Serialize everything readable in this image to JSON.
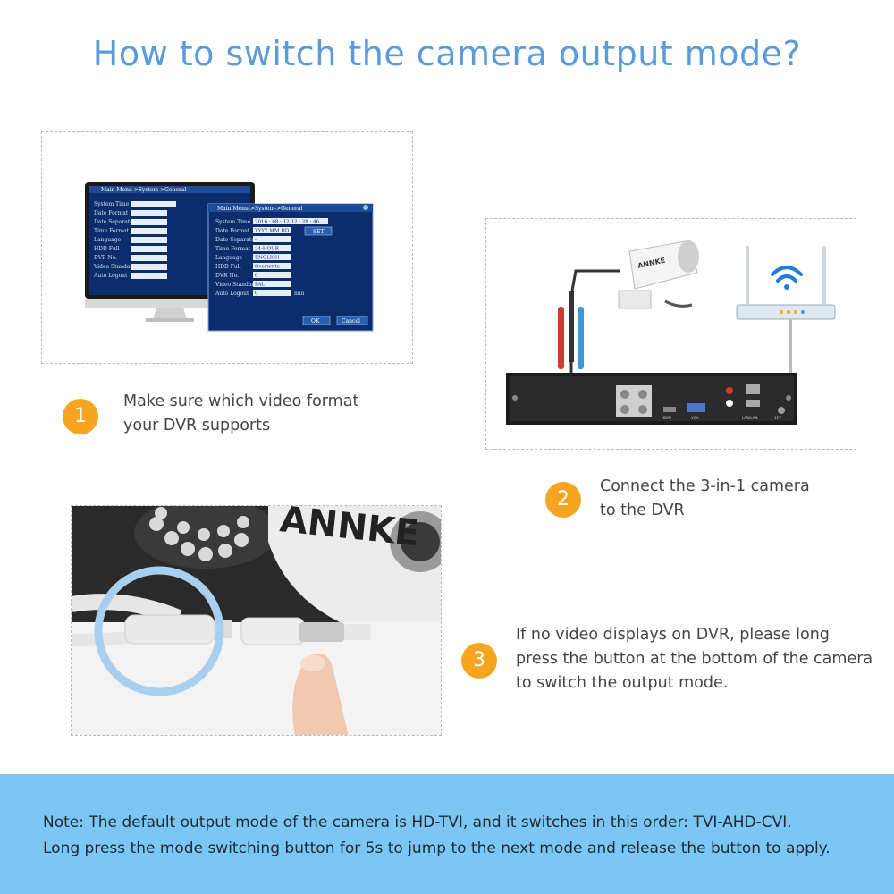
{
  "title": "How to switch the camera output mode?",
  "steps": [
    {
      "number": "1",
      "lines": [
        "Make sure which video format",
        "your DVR supports"
      ]
    },
    {
      "number": "2",
      "lines": [
        "Connect the 3-in-1 camera",
        "to the DVR"
      ]
    },
    {
      "number": "3",
      "lines": [
        "If no video displays on DVR, please long",
        "press the button at the bottom of the camera",
        "to switch the output mode."
      ]
    }
  ],
  "note": {
    "lines": [
      "Note: The default output mode of the camera is HD-TVI, and it switches in this order: TVI-AHD-CVI.",
      "Long press the mode switching button for 5s to jump to the next mode and release the button to apply."
    ]
  },
  "dvr_menu": {
    "header": "Main Menu->System->General",
    "rows": [
      {
        "label": "System Time",
        "value": "2016 - 08 - 12   12 : 28 : 46"
      },
      {
        "label": "Date Format",
        "value": "YYYY MM DD"
      },
      {
        "label": "Date Separator",
        "value": "-"
      },
      {
        "label": "Time Format",
        "value": "24-HOUR"
      },
      {
        "label": "Language",
        "value": "ENGLISH"
      },
      {
        "label": "HDD Full",
        "value": "Overwrite"
      },
      {
        "label": "DVR No.",
        "value": "0"
      },
      {
        "label": "Video Standard",
        "value": "PAL"
      },
      {
        "label": "Auto Logout",
        "value": "0"
      }
    ],
    "set_button": "SET",
    "ok_button": "OK",
    "cancel_button": "Cancel",
    "unit_min": "min"
  },
  "camera_brand": "ANNKE",
  "dvr_ports": {
    "hdmi": "HDMI",
    "vga": "VGA",
    "lan": "LAN/LAN",
    "power": "12V"
  },
  "colors": {
    "title": "#5b9bd9",
    "badge": "#f7a520",
    "note_bg": "#7cc6f4",
    "screen_bg": "#0c2d6b"
  }
}
